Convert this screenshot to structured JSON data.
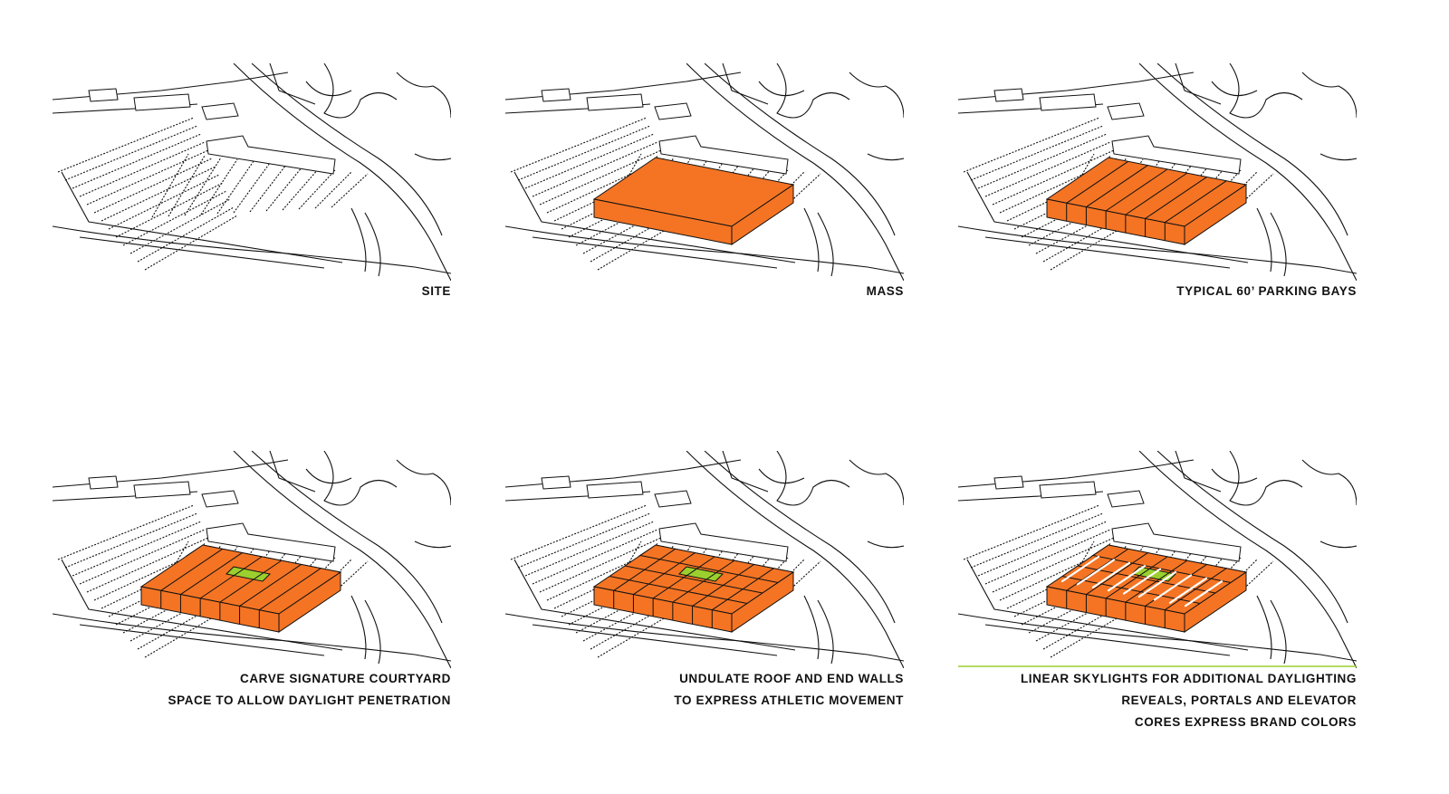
{
  "colors": {
    "mass": "#f47424",
    "courtyard": "#9bcf2e",
    "line": "#111111",
    "building": "#ffffff"
  },
  "panels": [
    {
      "id": "site",
      "lines": [
        "SITE"
      ],
      "stage": "site"
    },
    {
      "id": "mass",
      "lines": [
        "MASS"
      ],
      "stage": "mass"
    },
    {
      "id": "bays",
      "lines": [
        "TYPICAL 60’ PARKING BAYS"
      ],
      "stage": "bays"
    },
    {
      "id": "courtyard",
      "lines": [
        "CARVE SIGNATURE COURTYARD",
        "SPACE TO ALLOW DAYLIGHT PENETRATION"
      ],
      "stage": "courtyard"
    },
    {
      "id": "undulate",
      "lines": [
        "UNDULATE ROOF AND END WALLS",
        "TO EXPRESS ATHLETIC MOVEMENT"
      ],
      "stage": "undulate"
    },
    {
      "id": "skylights",
      "lines": [
        "LINEAR SKYLIGHTS FOR ADDITIONAL DAYLIGHTING",
        "REVEALS, PORTALS AND ELEVATOR",
        "CORES EXPRESS BRAND COLORS"
      ],
      "stage": "skylights"
    }
  ]
}
